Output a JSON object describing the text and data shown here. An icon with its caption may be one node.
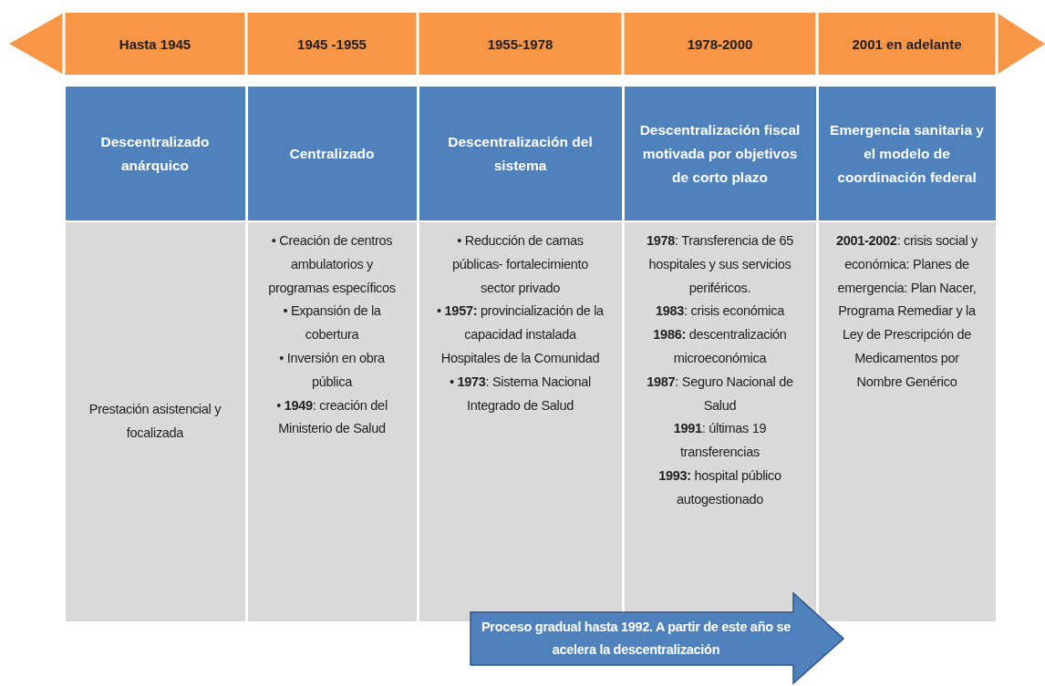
{
  "diagram": {
    "nodes": [
      {
        "text": [
          "Proceso gradual hasta 1992. A partir de este año se acelera la descentralización"
        ]
      }
    ],
    "labels": [
      "Hasta 1945",
      "1945 -1955",
      "1955-1978",
      "1978-2000",
      "2001 en adelante",
      "Descentralizado anárquico",
      "Centralizado",
      "Descentralización del sistema",
      "Descentralización fiscal motivada por objetivos de corto plazo",
      "Emergencia sanitaria y el modelo de coordinación federal",
      "Prestación asistencial y focalizada",
      "• Creación de centros ambulatorios y programas específicos",
      "• Expansión de la cobertura",
      "• Inversión en obra pública",
      "• **1949**: creación del Ministerio de Salud",
      "• Reducción de camas públicas- fortalecimiento sector privado",
      "• **1957:** provincialización de la capacidad instalada Hospitales de la Comunidad",
      "• **1973**: Sistema Nacional Integrado de Salud",
      "**1978**: Transferencia de 65 hospitales y sus servicios periféricos.",
      "**1983**: crisis económica",
      "**1986:** descentralización microeconómica",
      "**1987**: Seguro Nacional de Salud",
      "**1991**: últimas 19 transferencias",
      "**1993:** hospital público autogestionado",
      "**2001-2002**: crisis social y económica: Planes de emergencia: Plan Nacer, Programa Remediar y la Ley de Prescripción de Medicamentos por Nombre Genérico"
    ]
  }
}
